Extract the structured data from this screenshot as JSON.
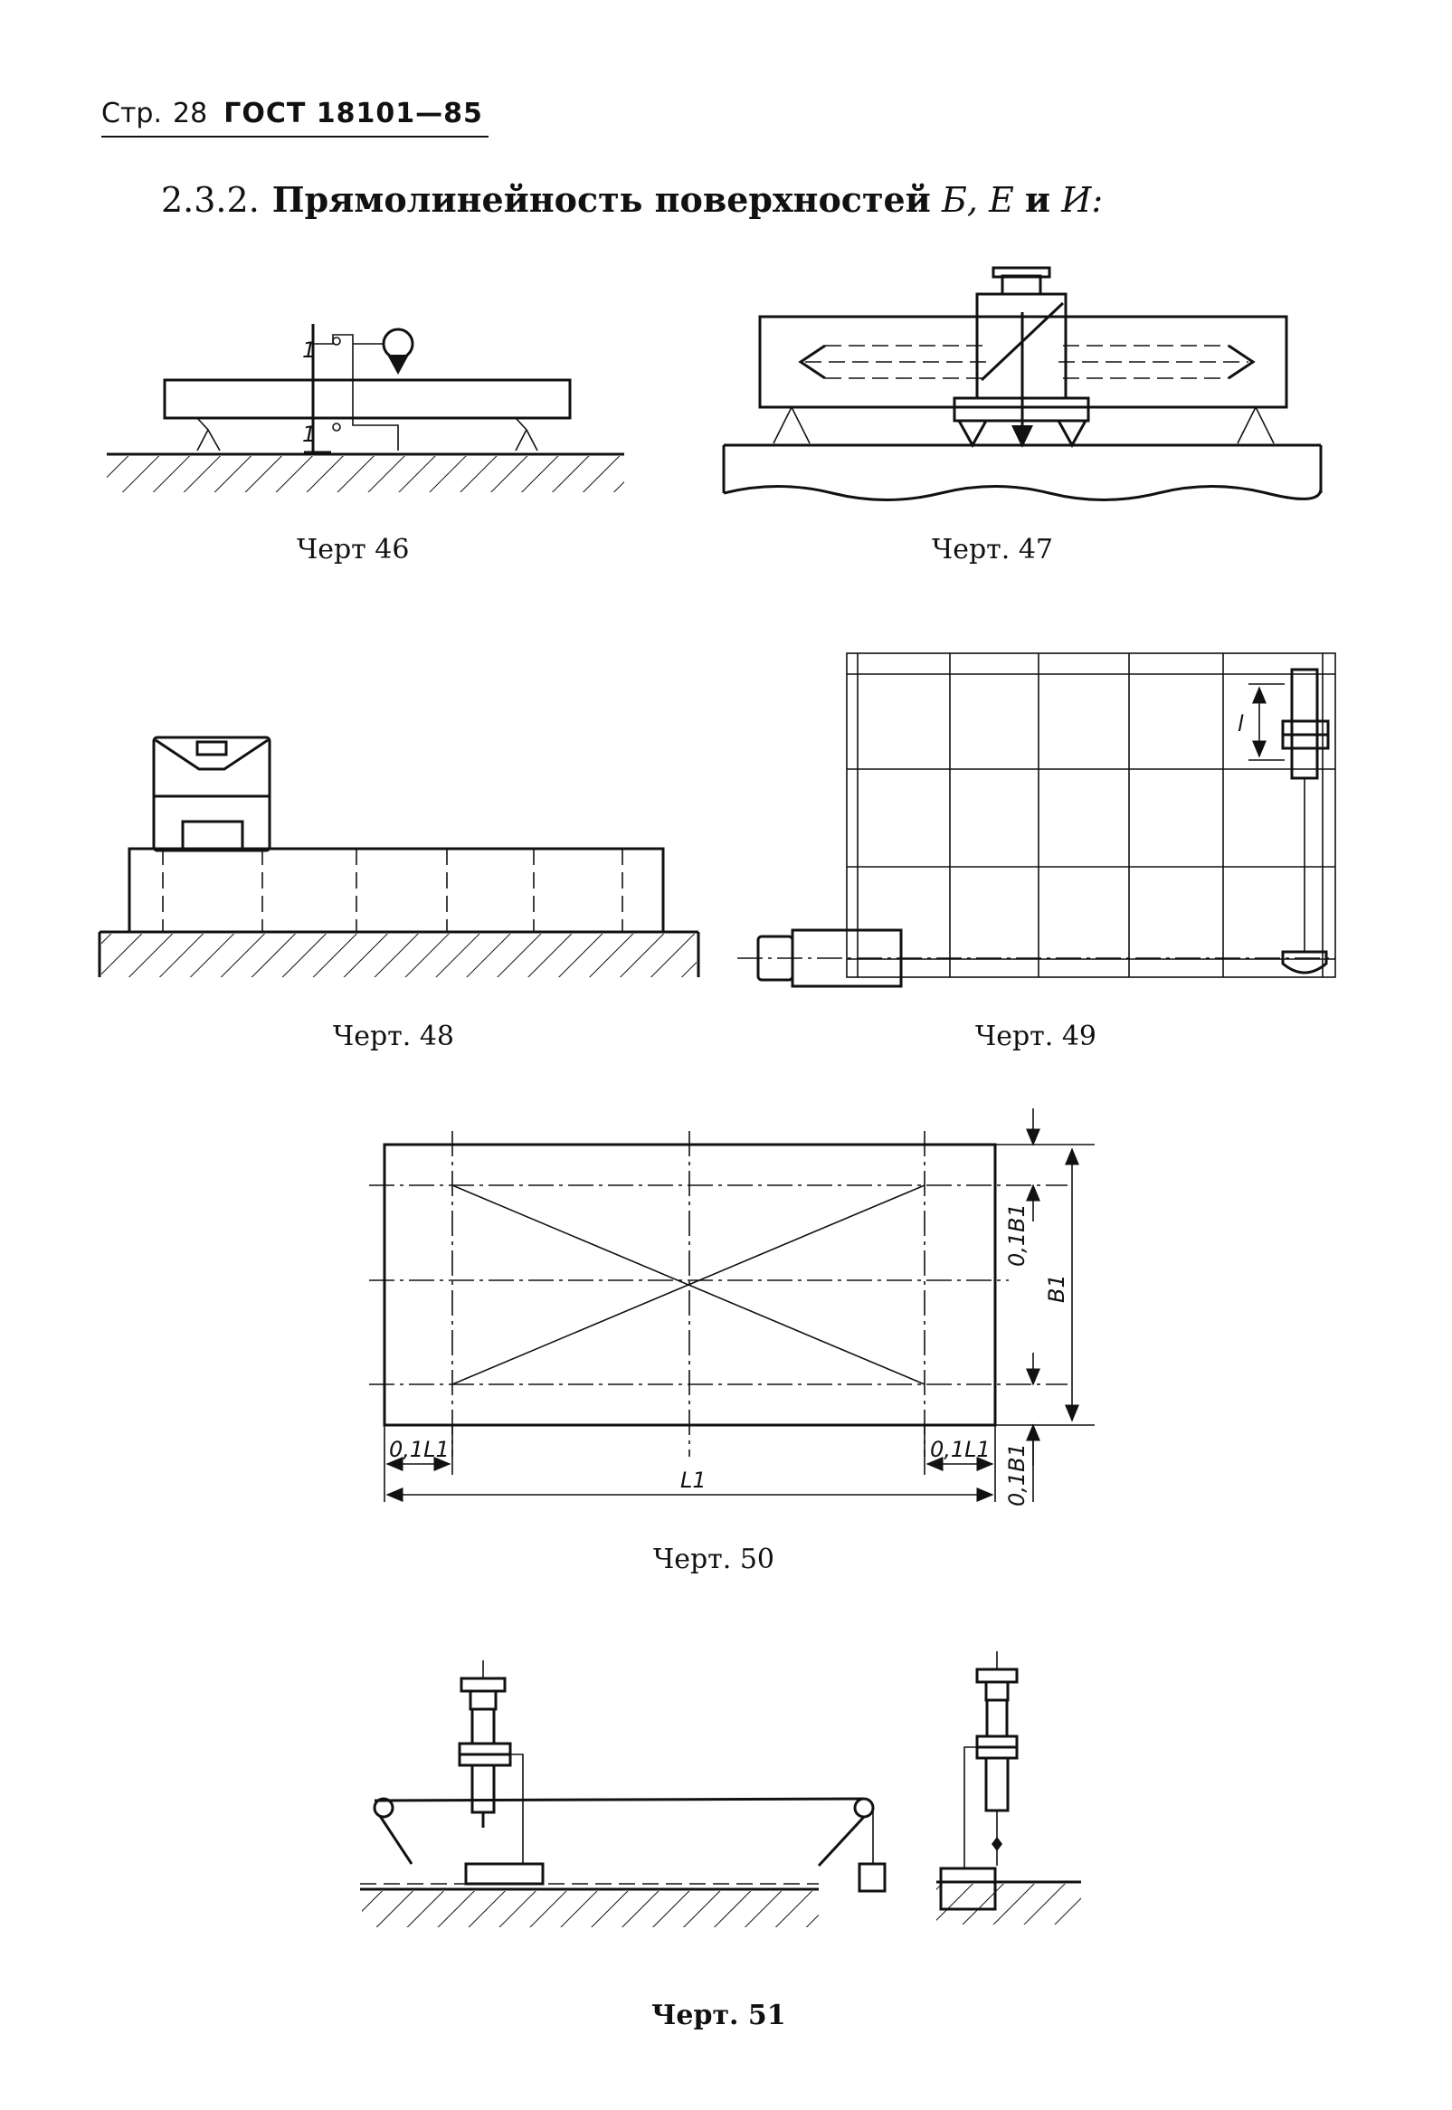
{
  "header": {
    "page_label": "Стр.",
    "page_number": "28",
    "standard": "ГОСТ 18101—85"
  },
  "section": {
    "number": "2.3.2.",
    "title_text": "Прямолинейность поверхностей",
    "surface_1": "Б,",
    "surface_2": "Е",
    "conjunction": "и",
    "surface_3": "И:"
  },
  "figures": {
    "fig46": "Черт 46",
    "fig47": "Черт. 47",
    "fig48": "Черт. 48",
    "fig49": "Черт. 49",
    "fig50": "Черт. 50",
    "fig51": "Черт. 51"
  },
  "fig49_labels": {
    "l": "l"
  },
  "fig50_labels": {
    "width_fraction_left": "0,1L1",
    "width_fraction_right": "0,1L1",
    "length": "L1",
    "height_fraction_top": "0,1B1",
    "height_fraction_bottom": "0,1B1",
    "height": "B1"
  }
}
